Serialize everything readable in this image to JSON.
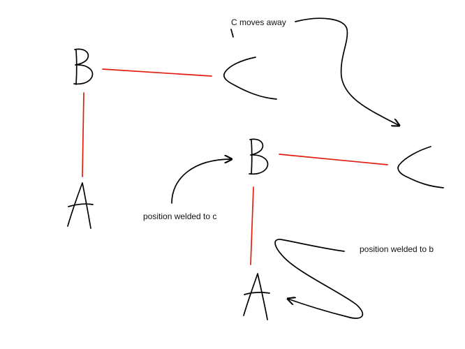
{
  "colors": {
    "ink": "#000000",
    "link": "#e21d10",
    "background": "#ffffff"
  },
  "annotations": {
    "c_moves_away": "C moves away",
    "position_welded_to_c": "position welded to c",
    "position_welded_to_b": "position welded to b"
  }
}
